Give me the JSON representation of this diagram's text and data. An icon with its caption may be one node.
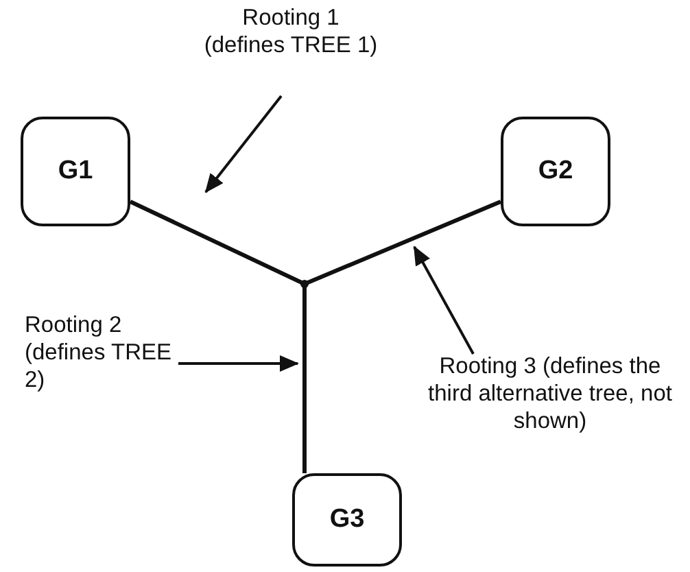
{
  "diagram": {
    "nodes": [
      {
        "text": [
          "Rooting 1 (defines TREE 1)"
        ]
      },
      {
        "text": [
          "G1"
        ]
      },
      {
        "text": [
          "G2"
        ]
      },
      {
        "text": [],
        "shape": "point"
      },
      {
        "text": [
          "Rooting 2 (defines TREE 2)"
        ]
      },
      {
        "text": [
          "Rooting 3 (defines the third alternative tree, not shown)"
        ]
      },
      {
        "text": [
          "G3"
        ]
      }
    ],
    "edges": [
      {
        "from": 1,
        "to": 3,
        "arrow": "none"
      },
      {
        "from": 2,
        "to": 3,
        "arrow": "none"
      },
      {
        "from": 3,
        "to": 6,
        "arrow": "none"
      },
      {
        "from": 0,
        "to": null,
        "arrow": "to"
      },
      {
        "from": 4,
        "to": null,
        "arrow": "to"
      },
      {
        "from": 5,
        "to": null,
        "arrow": "to"
      }
    ]
  }
}
